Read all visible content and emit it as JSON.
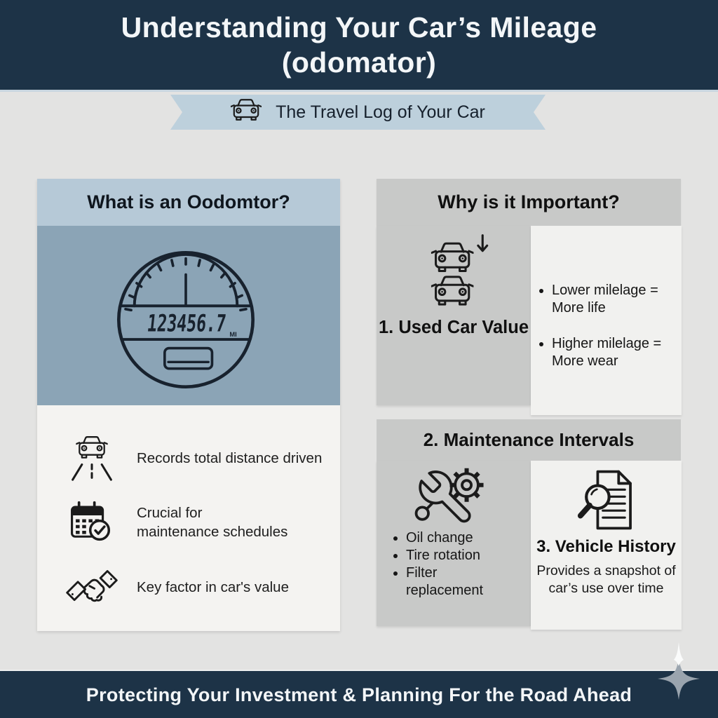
{
  "colors": {
    "navy": "#1d3347",
    "page_bg": "#e3e3e2",
    "ribbon_bg": "#bdd0dc",
    "panel_header_bg": "#b6c9d7",
    "gauge_bg": "#8ba4b6",
    "panel_body_bg": "#f4f3f1",
    "gray_box_bg": "#c8c9c8",
    "light_box_bg": "#f1f1ef",
    "ink": "#1b1b1b",
    "sparkle": "#9aa4ae"
  },
  "header": {
    "title_line1": "Understanding Your Car’s Mileage",
    "title_line2": "(odomator)"
  },
  "ribbon": {
    "icon": "car-front-icon",
    "label": "The Travel Log of Your Car"
  },
  "left_panel": {
    "heading": "What is an Oodomtor?",
    "odometer_icon": "odometer-gauge-icon",
    "odometer_reading": "123456.7",
    "odometer_unit": "MI",
    "features": [
      {
        "icon": "car-road-icon",
        "lines": [
          "Records total distance driven"
        ]
      },
      {
        "icon": "calendar-check-icon",
        "lines": [
          "Crucial for",
          "maintenance schedules"
        ]
      },
      {
        "icon": "handshake-icon",
        "lines": [
          "Key factor in car's value"
        ]
      }
    ]
  },
  "right_panel": {
    "heading": "Why is it Important?",
    "section1": {
      "icon": "stacked-cars-down-arrow-icon",
      "label": "1. Used Car Value",
      "bullets": [
        "Lower milelage = More life",
        "Higher milelage = More wear"
      ]
    },
    "section2": {
      "icon": "wrench-gear-icon",
      "label": "2. Maintenance Intervals",
      "bullets": [
        "Oil change",
        "Tire rotation",
        "Filter replacement"
      ]
    },
    "section3": {
      "icon": "magnifier-document-icon",
      "label": "3. Vehicle History",
      "description": "Provides a snapshot of car’s use over time"
    }
  },
  "footer": {
    "icon": "sparkle-icon",
    "text": "Protecting Your Investment & Planning For the Road Ahead"
  }
}
